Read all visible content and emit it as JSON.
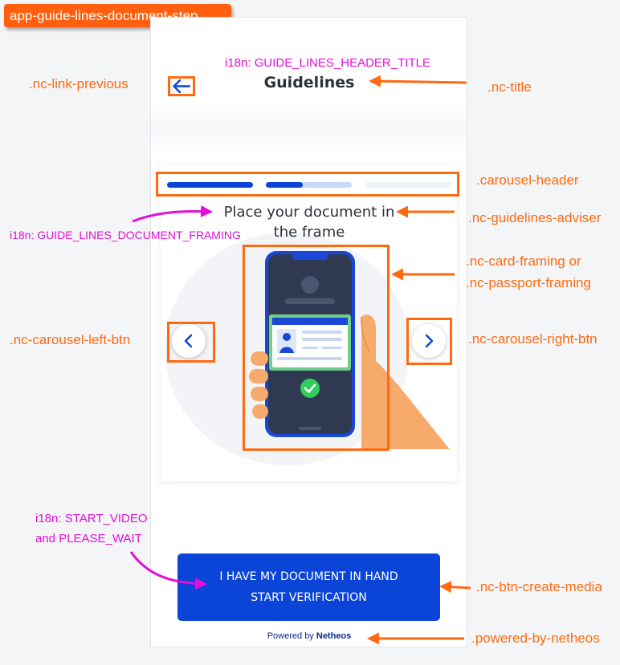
{
  "component_tag": "app-guide-lines-document-step",
  "header": {
    "i18n_title_key": "i18n: GUIDE_LINES_HEADER_TITLE",
    "title": "Guidelines"
  },
  "carousel": {
    "adviser_line1": "Place your document in",
    "adviser_line2": "the frame",
    "i18n_adviser_key": "i18n: GUIDE_LINES_DOCUMENT_FRAMING"
  },
  "cta": {
    "line1": "I HAVE MY DOCUMENT IN HAND",
    "line2": "START VERIFICATION",
    "i18n_line1": "i18n: START_VIDEO",
    "i18n_line2": "and PLEASE_WAIT"
  },
  "footer": {
    "powered_prefix": "Powered by",
    "powered_brand": "Netheos"
  },
  "annotations": {
    "link_previous": ".nc-link-previous",
    "title": ".nc-title",
    "carousel_header": ".carousel-header",
    "guidelines_adviser": ".nc-guidelines-adviser",
    "card_framing_line1": ".nc-card-framing or",
    "card_framing_line2": ".nc-passport-framing",
    "carousel_left_btn": ".nc-carousel-left-btn",
    "carousel_right_btn": ".nc-carousel-right-btn",
    "btn_create_media": ".nc-btn-create-media",
    "powered_by": ".powered-by-netheos"
  },
  "icons": {
    "back": "arrow-left-icon",
    "left": "chevron-left-icon",
    "right": "chevron-right-icon",
    "check": "check-icon",
    "id_card": "id-card-icon"
  },
  "colors": {
    "accent": "#ff6a10",
    "i18n": "#e30ed9",
    "primary": "#0b45d8",
    "progress_done": "#0b45d8",
    "progress_light": "#c9dbfa",
    "progress_empty": "#eef2f9",
    "success": "#2fcf5b"
  }
}
